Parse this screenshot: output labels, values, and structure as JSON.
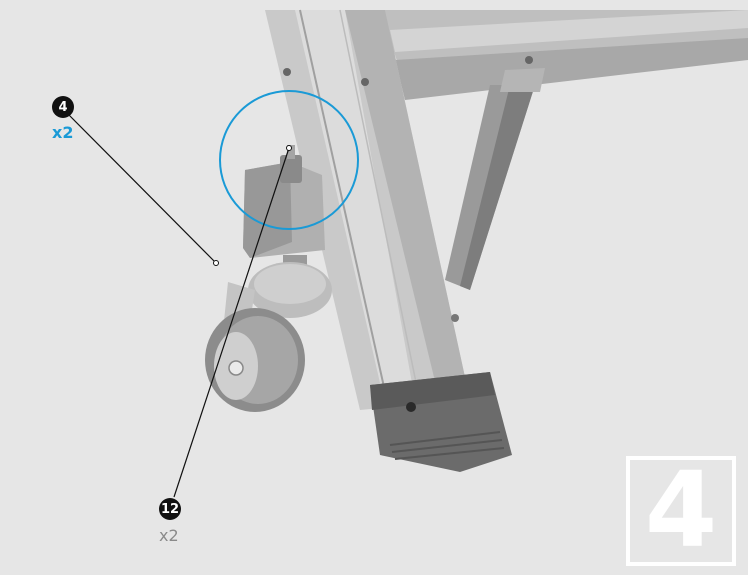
{
  "callouts": [
    {
      "number": "4",
      "quantity": "x2"
    },
    {
      "number": "12",
      "quantity": "x2"
    }
  ],
  "step_number": "4",
  "colors": {
    "background": "#e6e6e6",
    "highlight_circle": "#1a9ad6",
    "callout_badge": "#111111",
    "step_box": "#ffffff"
  },
  "icons": [
    "ladder-leg-illustration",
    "caster-wheel-illustration",
    "bolt-illustration",
    "highlight-circle"
  ]
}
